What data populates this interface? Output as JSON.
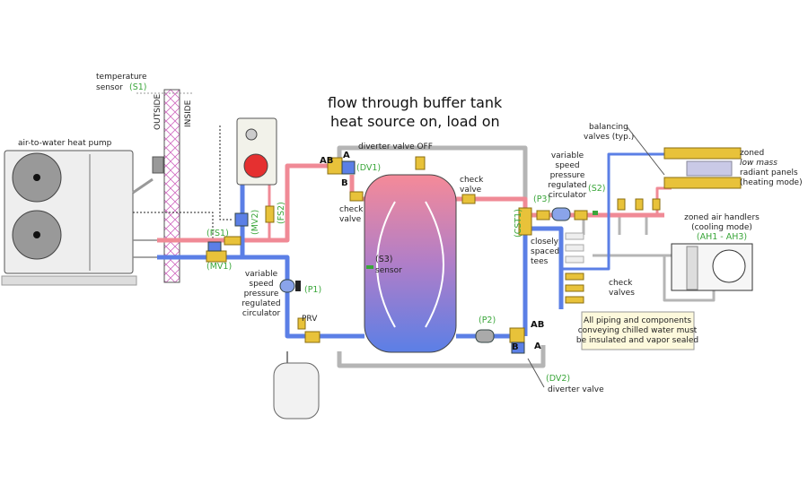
{
  "title": {
    "line1": "flow through buffer tank",
    "line2": "heat source on, load on"
  },
  "colors": {
    "supply": "#f08a96",
    "return": "#5b7fe6",
    "inactive": "#b5b5b5",
    "component": "#e8c23a",
    "tag": "#3aa63a"
  },
  "labels": {
    "heat_pump": "air-to-water heat pump",
    "temp_sensor_1": "temperature",
    "temp_sensor_2": "sensor",
    "outside": "OUTSIDE",
    "inside": "INSIDE",
    "diverter_off": "diverter valve OFF",
    "check_valve_left_1": "check",
    "check_valve_left_2": "valve",
    "check_valve_right_1": "check",
    "check_valve_right_2": "valve",
    "sensor": "sensor",
    "p1_desc": [
      "variable",
      "speed",
      "pressure",
      "regulated",
      "circulator"
    ],
    "p3_desc": [
      "variable",
      "speed",
      "pressure",
      "regulated",
      "circulator"
    ],
    "prv": "PRV",
    "closely_spaced": [
      "closely",
      "spaced",
      "tees"
    ],
    "balancing": [
      "balancing",
      "valves (typ.)"
    ],
    "panels": [
      "zoned",
      "low mass",
      "radiant panels",
      "(heating mode)"
    ],
    "air_handlers": [
      "zoned air handlers",
      "(cooling mode)"
    ],
    "check_valves": [
      "check",
      "valves"
    ],
    "diverter_valve": "diverter valve",
    "note": [
      "All piping and components",
      "conveying chilled water must",
      "be insulated and vapor sealed"
    ]
  },
  "tags": {
    "s1": "(S1)",
    "s2": "(S2)",
    "s3": "(S3)",
    "fs1": "(FS1)",
    "fs2": "(FS2)",
    "mv1": "(MV1)",
    "mv2": "(MV2)",
    "p1": "(P1)",
    "p2": "(P2)",
    "p3": "(P3)",
    "dv1": "(DV1)",
    "dv2": "(DV2)",
    "cst1": "(CST1)",
    "ah": "(AH1 - AH3)"
  },
  "ports": {
    "dv1_ab": "AB",
    "dv1_a": "A",
    "dv1_b": "B",
    "dv2_ab": "AB",
    "dv2_a": "A",
    "dv2_b": "B"
  }
}
